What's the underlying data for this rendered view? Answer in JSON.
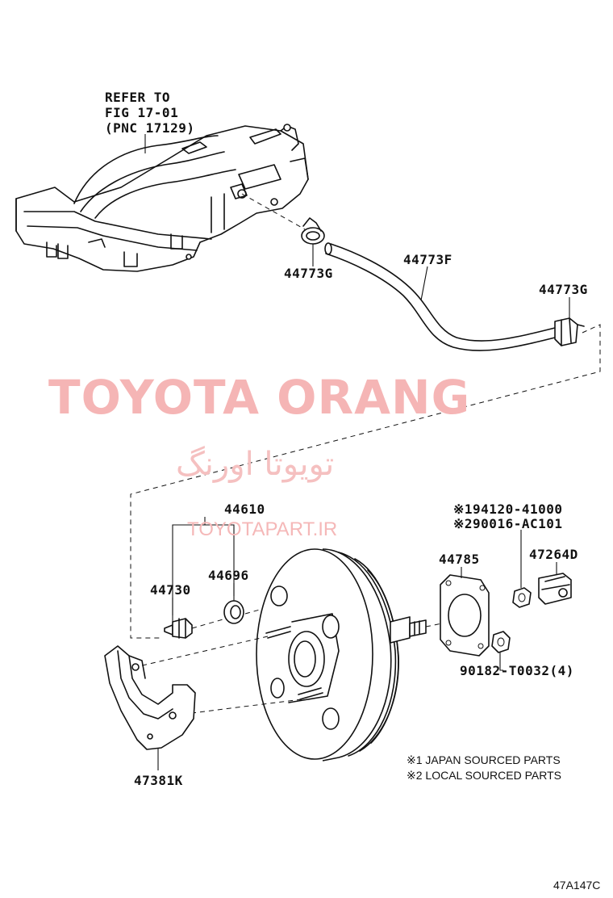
{
  "refer": {
    "line1": "REFER TO",
    "line2": "FIG 17-01",
    "line3": "(PNC 17129)"
  },
  "parts": {
    "clamp_upper": "44773G",
    "hose": "44773F",
    "clamp_right": "44773G",
    "assembly": "44610",
    "check_valve": "44730",
    "grommet": "44696",
    "gasket": "44785",
    "clevis_japan": "※194120-41000",
    "clevis_local": "※290016-AC101",
    "clevis": "47264D",
    "nut": "90182-T0032(4)",
    "bracket": "47381K"
  },
  "notes": {
    "note1": "※1 JAPAN SOURCED PARTS",
    "note2": "※2 LOCAL SOURCED PARTS"
  },
  "watermark": {
    "brand": "TOYOTA ORANG",
    "persian": "تویوتا اورنگ",
    "url": "TOYOTAPART.IR"
  },
  "figure_code": "47A147C"
}
